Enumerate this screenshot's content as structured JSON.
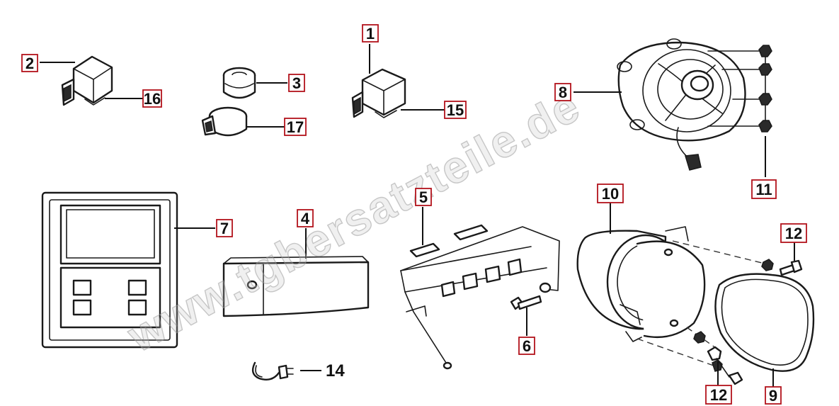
{
  "watermark": "www.tgbersatzteile.de",
  "labels": {
    "p1": "1",
    "p2": "2",
    "p3": "3",
    "p4": "4",
    "p5": "5",
    "p6": "6",
    "p7": "7",
    "p8": "8",
    "p9": "9",
    "p10": "10",
    "p11": "11",
    "p12a": "12",
    "p12b": "12",
    "p14": "14",
    "p15": "15",
    "p16": "16",
    "p17": "17"
  },
  "colors": {
    "label_border": "#b3121b",
    "line": "#1a1a1a"
  }
}
